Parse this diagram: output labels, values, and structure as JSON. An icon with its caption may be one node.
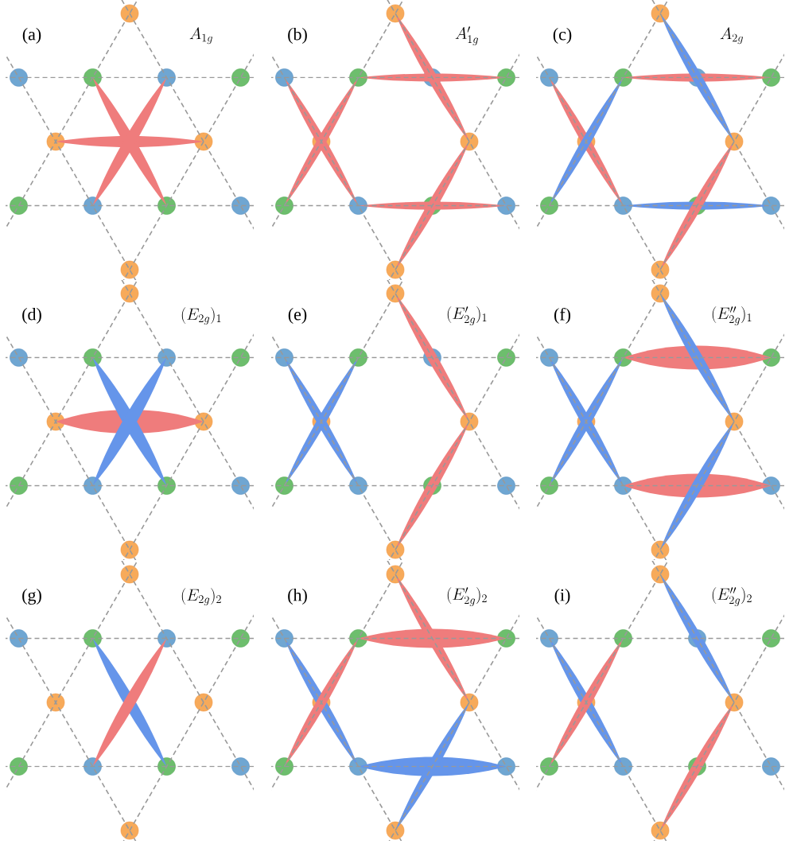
{
  "diagram": {
    "labels": [
      "(a)",
      "A_{1g}",
      "(b)",
      "A'_{1g}",
      "(c)",
      "A_{2g}",
      "(d)",
      "(E_{2g})_1",
      "(e)",
      "(E'_{2g})_1",
      "(f)",
      "(E''_{2g})_1",
      "(g)",
      "(E_{2g})_2",
      "(h)",
      "(E'_{2g})_2",
      "(i)",
      "(E''_{2g})_2"
    ]
  }
}
